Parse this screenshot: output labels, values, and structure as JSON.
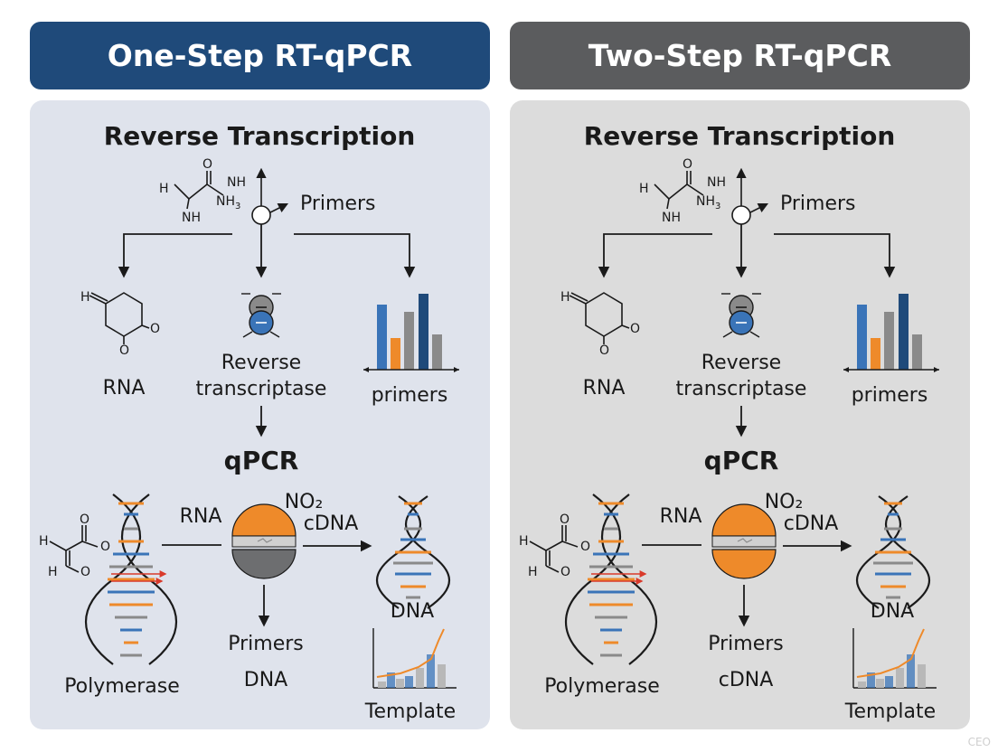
{
  "panels": [
    {
      "header": "One-Step RT-qPCR",
      "rt_title": "Reverse Transcription",
      "primers_label": "Primers",
      "rna_label": "RNA",
      "rt_enzyme_line1": "Reverse",
      "rt_enzyme_line2": "transcriptase",
      "primers_chart_label": "primers",
      "qpcr_title": "qPCR",
      "rna_input_label": "RNA",
      "no2_label": "NO₂",
      "cdna_label": "cDNA",
      "dna_output_label": "DNA",
      "primers_bottom_label": "Primers",
      "bottom_product_label": "DNA",
      "polymerase_label": "Polymerase",
      "template_label": "Template",
      "chem_h": "H",
      "chem_o": "O",
      "chem_nh": "NH",
      "chem_nh3": "NH",
      "chem_nh3_sub": "3",
      "chem_nh_lower": "NH",
      "reactor_bottom_color": "#6d6e70"
    },
    {
      "header": "Two-Step RT-qPCR",
      "rt_title": "Reverse Transcription",
      "primers_label": "Primers",
      "rna_label": "RNA",
      "rt_enzyme_line1": "Reverse",
      "rt_enzyme_line2": "transcriptase",
      "primers_chart_label": "primers",
      "qpcr_title": "qPCR",
      "rna_input_label": "RNA",
      "no2_label": "NO₂",
      "cdna_label": "cDNA",
      "dna_output_label": "DNA",
      "primers_bottom_label": "Primers",
      "bottom_product_label": "cDNA",
      "polymerase_label": "Polymerase",
      "template_label": "Template",
      "chem_h": "H",
      "chem_o": "O",
      "chem_nh": "NH",
      "chem_nh3": "NH",
      "chem_nh3_sub": "3",
      "chem_nh_lower": "NH",
      "reactor_bottom_color": "#ee8a2a"
    }
  ],
  "colors": {
    "blue": "#3a74b8",
    "orange": "#ee8a2a",
    "gray": "#8a8a8a",
    "navy": "#1f4a7a",
    "red": "#d93a2b"
  },
  "watermark": "CEO"
}
